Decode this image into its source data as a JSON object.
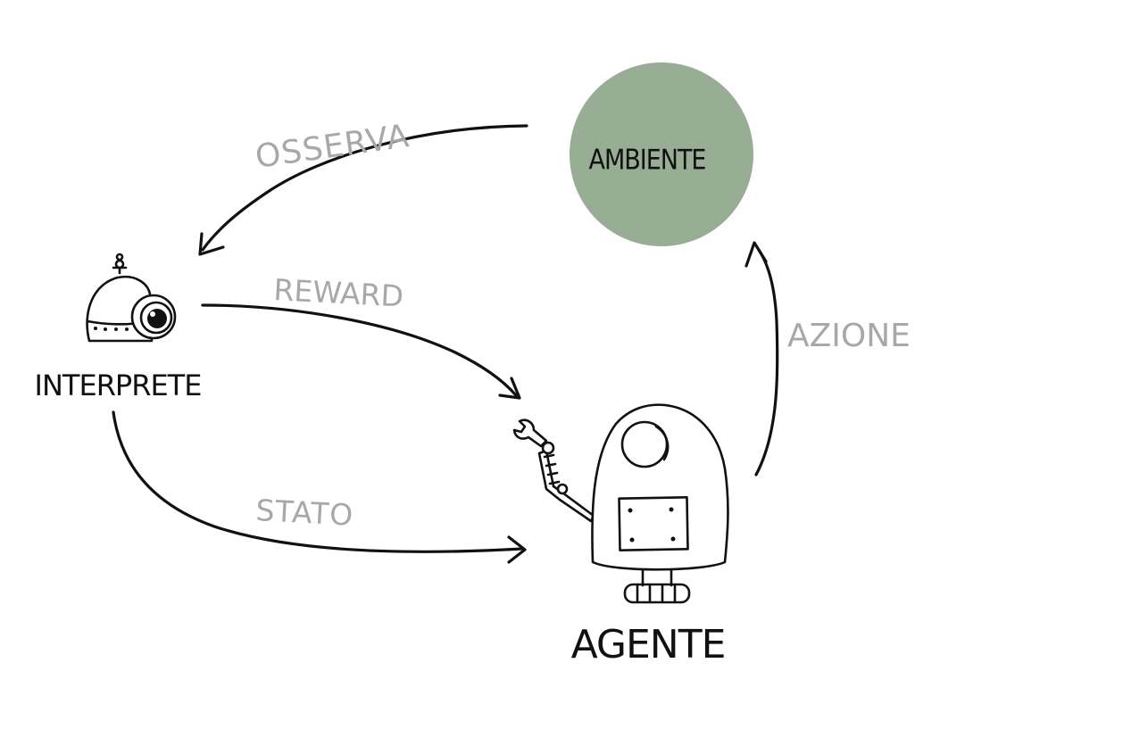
{
  "nodes": {
    "environment": {
      "label": "AMBIENTE",
      "color": "#97ae95"
    },
    "interpreter": {
      "label": "INTERPRETE"
    },
    "agent": {
      "label": "AGENTE"
    }
  },
  "edges": {
    "observe": {
      "label": "OSSERVA"
    },
    "reward": {
      "label": "REWARD"
    },
    "state": {
      "label": "STATO"
    },
    "action": {
      "label": "AZIONE"
    }
  },
  "colors": {
    "ink": "#111111",
    "edge_label": "#a8a8a8",
    "environment_fill": "#97ae95"
  }
}
